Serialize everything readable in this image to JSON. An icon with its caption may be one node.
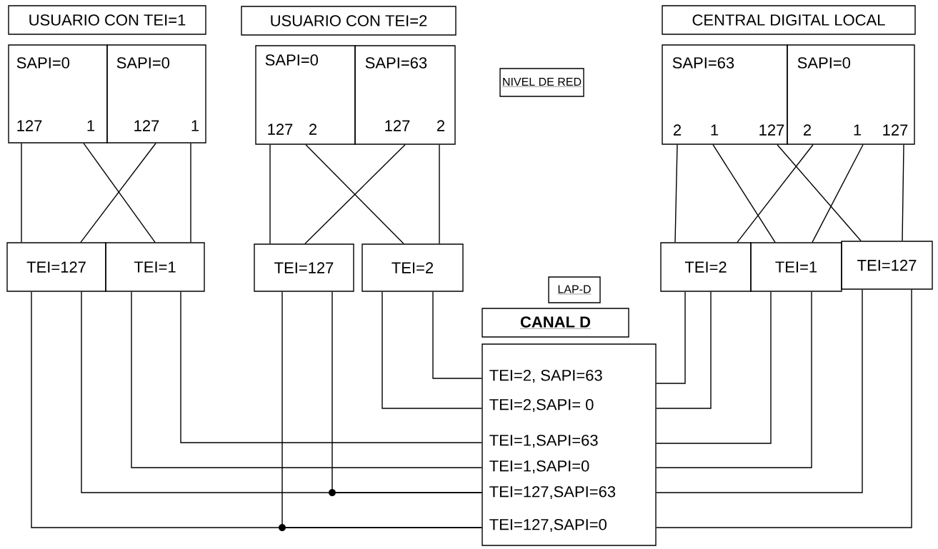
{
  "diagram": {
    "nodes": [
      {
        "text": [
          "USUARIO CON TEI=1"
        ]
      },
      {
        "text": [
          "SAPI=0",
          "127",
          "1"
        ]
      },
      {
        "text": [
          "SAPI=0",
          "127",
          "1"
        ]
      },
      {
        "text": [
          "TEI=127"
        ]
      },
      {
        "text": [
          "TEI=1"
        ]
      },
      {
        "text": [
          "USUARIO CON TEI=2"
        ]
      },
      {
        "text": [
          "SAPI=0",
          "127",
          "2"
        ]
      },
      {
        "text": [
          "SAPI=63",
          "127",
          "2"
        ]
      },
      {
        "text": [
          "TEI=127"
        ]
      },
      {
        "text": [
          "TEI=2"
        ]
      },
      {
        "text": [
          "NIVEL DE RED"
        ]
      },
      {
        "text": [
          "LAP-D"
        ]
      },
      {
        "text": [
          "CENTRAL DIGITAL LOCAL"
        ]
      },
      {
        "text": [
          "SAPI=63",
          "2",
          "1",
          "127"
        ]
      },
      {
        "text": [
          "SAPI=0",
          "2",
          "1",
          "127"
        ]
      },
      {
        "text": [
          "TEI=2"
        ]
      },
      {
        "text": [
          "TEI=1"
        ]
      },
      {
        "text": [
          "TEI=127"
        ]
      },
      {
        "text": [
          "CANAL D"
        ]
      },
      {
        "text": [
          "TEI=2, SAPI=63",
          "TEI=2,SAPI= 0",
          "TEI=1,SAPI=63",
          "TEI=1,SAPI=0",
          "TEI=127,SAPI=63",
          "TEI=127,SAPI=0"
        ]
      }
    ],
    "edges": [
      {
        "from": 1,
        "to": 3,
        "arrow": "none"
      },
      {
        "from": 1,
        "to": 4,
        "arrow": "none"
      },
      {
        "from": 2,
        "to": 3,
        "arrow": "none"
      },
      {
        "from": 2,
        "to": 4,
        "arrow": "none"
      },
      {
        "from": 6,
        "to": 8,
        "arrow": "none"
      },
      {
        "from": 6,
        "to": 9,
        "arrow": "none"
      },
      {
        "from": 7,
        "to": 8,
        "arrow": "none"
      },
      {
        "from": 7,
        "to": 9,
        "arrow": "none"
      },
      {
        "from": 13,
        "to": 15,
        "arrow": "none"
      },
      {
        "from": 13,
        "to": 16,
        "arrow": "none"
      },
      {
        "from": 13,
        "to": 17,
        "arrow": "none"
      },
      {
        "from": 14,
        "to": 15,
        "arrow": "none"
      },
      {
        "from": 14,
        "to": 16,
        "arrow": "none"
      },
      {
        "from": 14,
        "to": 17,
        "arrow": "none"
      },
      {
        "from": 3,
        "to": 19,
        "arrow": "none"
      },
      {
        "from": 3,
        "to": 19,
        "arrow": "none"
      },
      {
        "from": 4,
        "to": 19,
        "arrow": "none"
      },
      {
        "from": 4,
        "to": 19,
        "arrow": "none"
      },
      {
        "from": 8,
        "to": 19,
        "arrow": "none"
      },
      {
        "from": 8,
        "to": 19,
        "arrow": "none"
      },
      {
        "from": 9,
        "to": 19,
        "arrow": "none"
      },
      {
        "from": 9,
        "to": 19,
        "arrow": "none"
      },
      {
        "from": 15,
        "to": 19,
        "arrow": "none"
      },
      {
        "from": 15,
        "to": 19,
        "arrow": "none"
      },
      {
        "from": 16,
        "to": 19,
        "arrow": "none"
      },
      {
        "from": 16,
        "to": 19,
        "arrow": "none"
      },
      {
        "from": 17,
        "to": 19,
        "arrow": "none"
      },
      {
        "from": 17,
        "to": 19,
        "arrow": "none"
      }
    ]
  }
}
